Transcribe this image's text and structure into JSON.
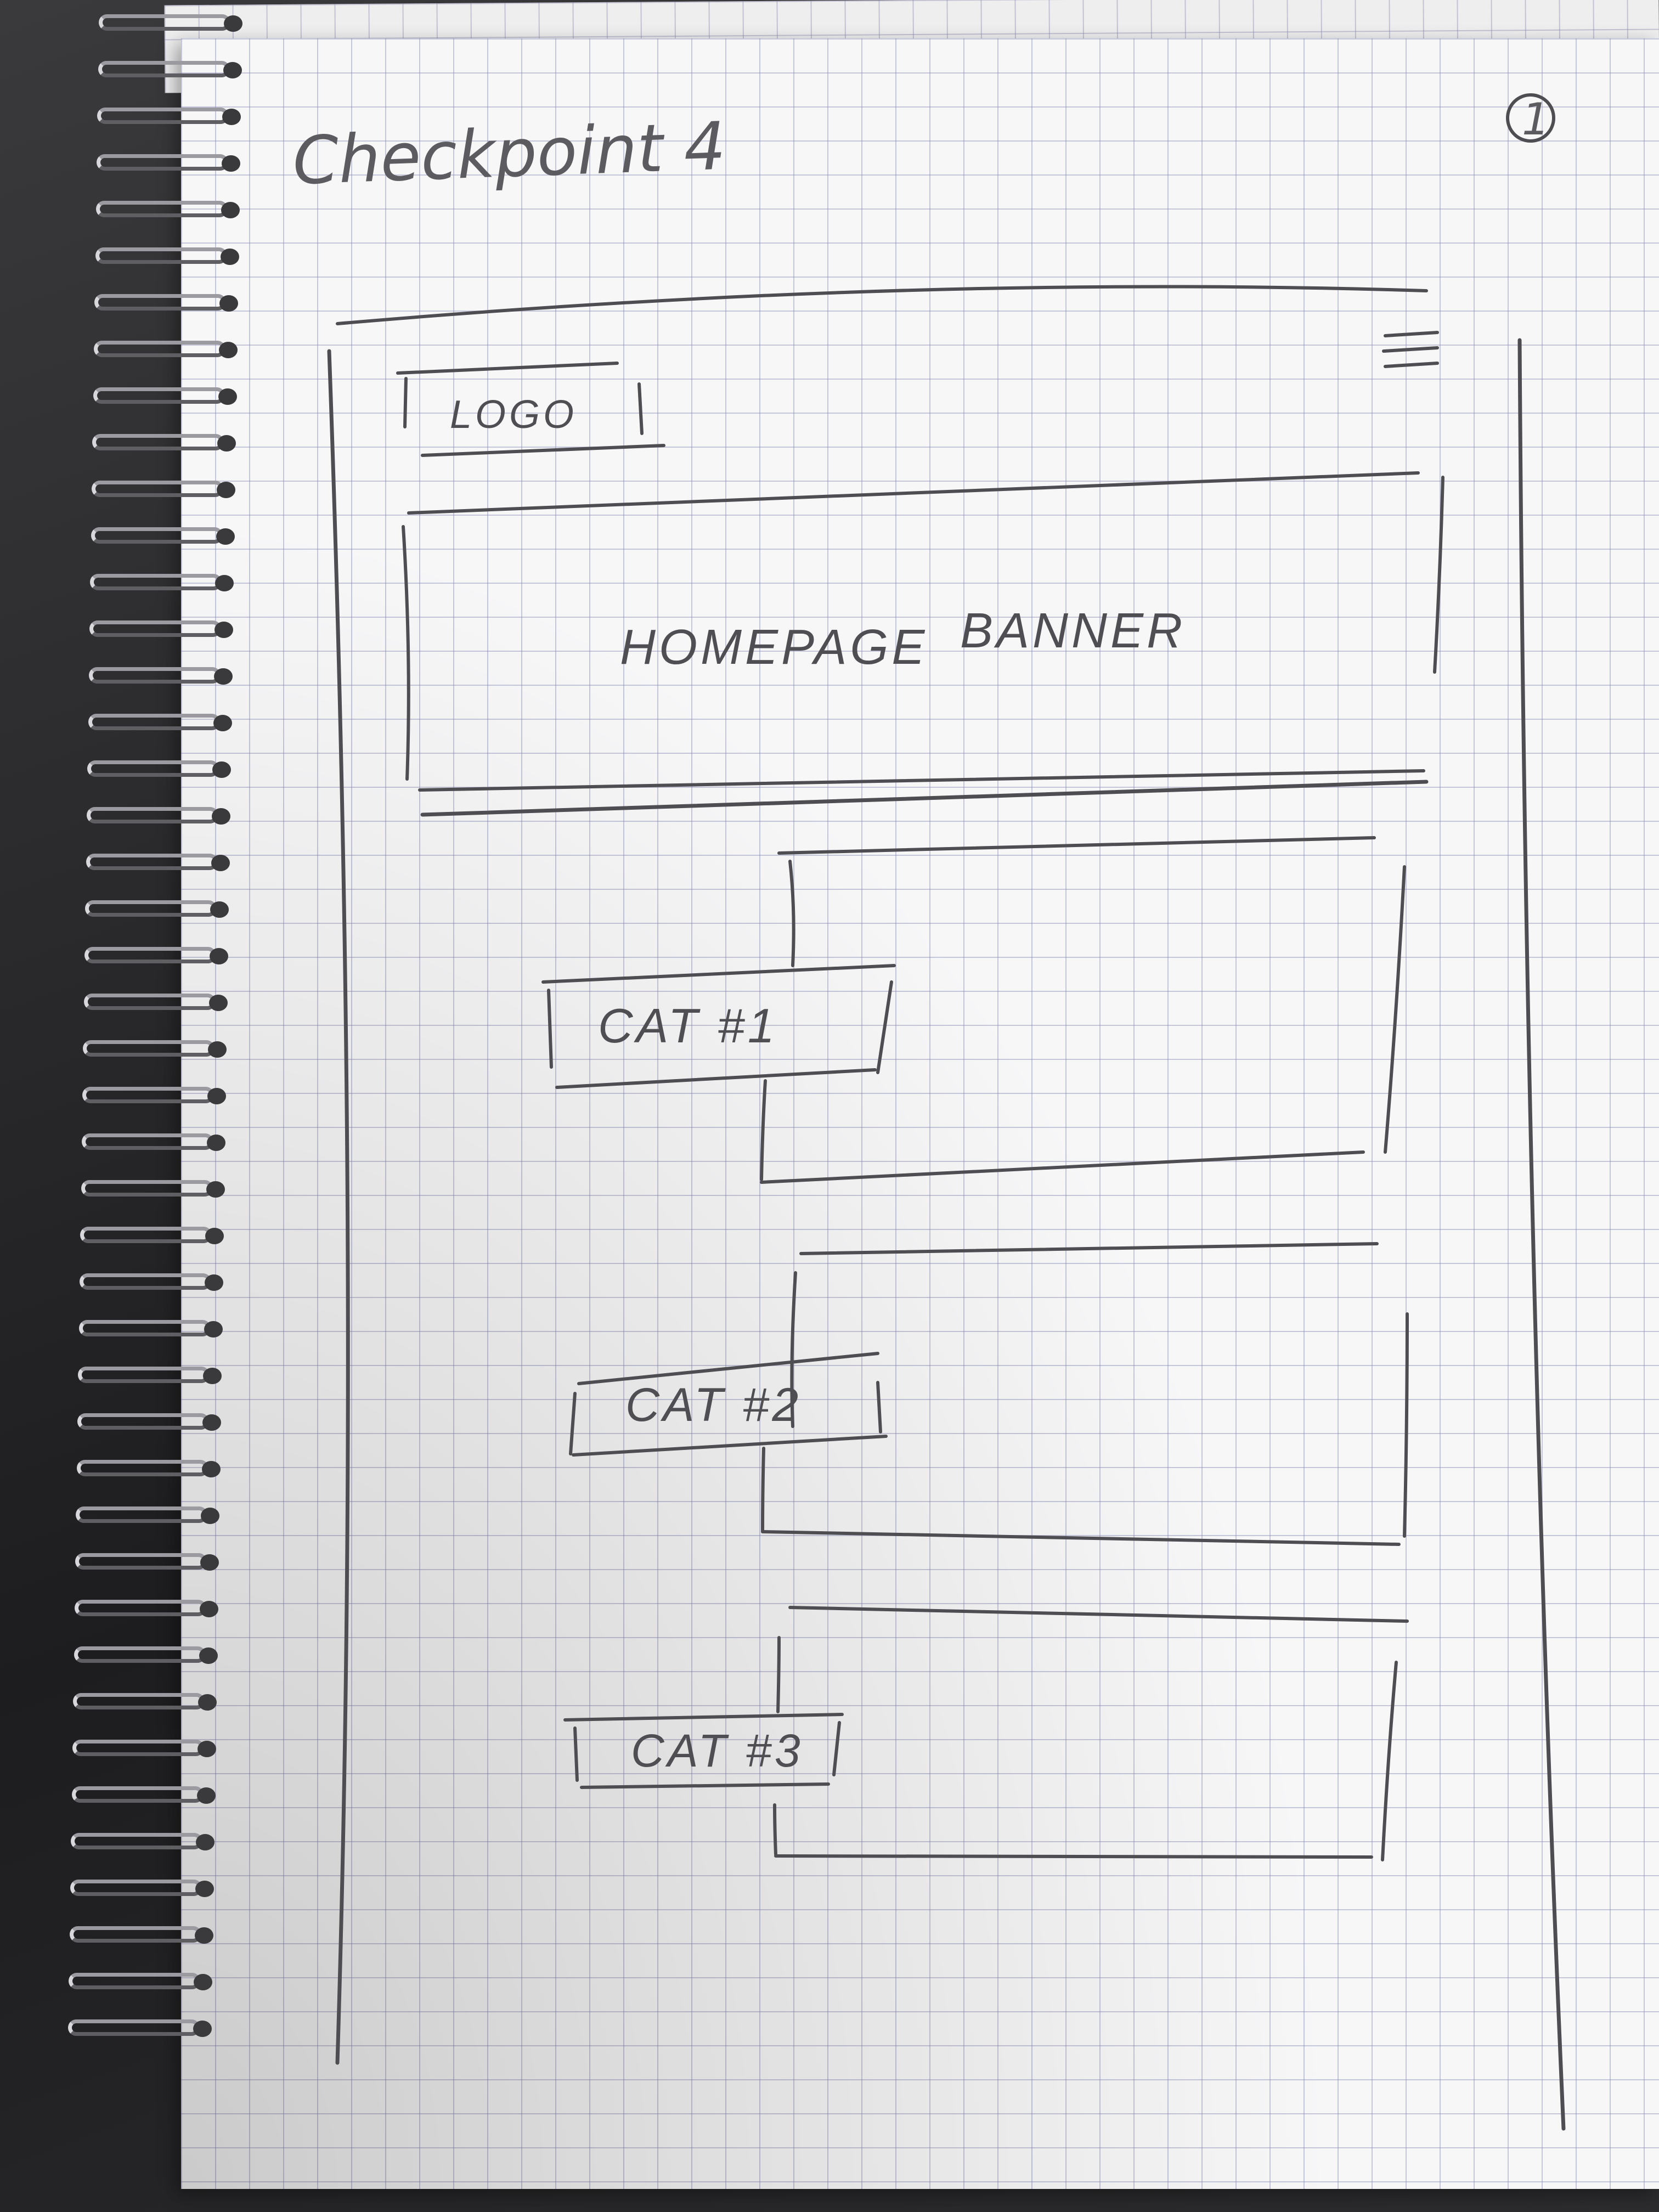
{
  "notebook": {
    "heading": "Checkpoint 4",
    "page_number": "1"
  },
  "wireframe": {
    "menu_icon": "hamburger-menu-icon",
    "logo_label": "LOGO",
    "banner": {
      "word_1": "HOMEPAGE",
      "word_2": "BANNER"
    },
    "categories": [
      {
        "label": "CAT #1"
      },
      {
        "label": "CAT #2"
      },
      {
        "label": "CAT #3"
      }
    ]
  }
}
